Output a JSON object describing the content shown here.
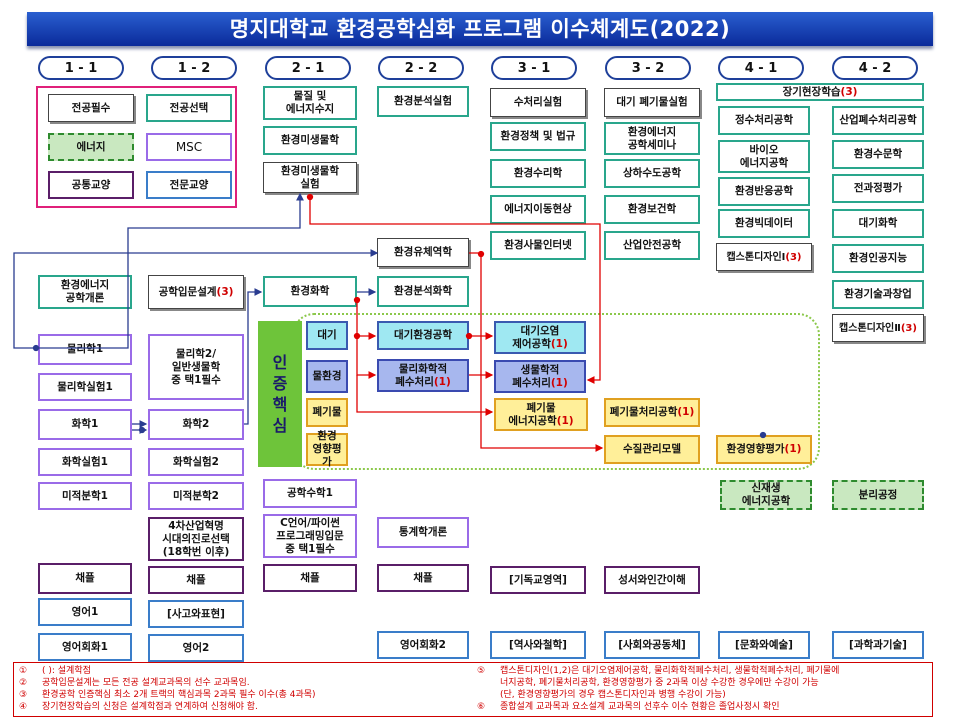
{
  "title": "명지대학교 환경공학심화 프로그램 이수체계도(2022)",
  "semesters": [
    "1 - 1",
    "1 - 2",
    "2 - 1",
    "2 - 2",
    "3 - 1",
    "3 - 2",
    "4 - 1",
    "4 - 2"
  ],
  "legend_categories": {
    "major_required": "전공필수",
    "major_elective": "전공선택",
    "energy": "에너지",
    "msc": "MSC",
    "common": "공통교양",
    "specialized": "전문교양"
  },
  "cert_core_label": [
    "인",
    "증",
    "핵",
    "심"
  ],
  "courses": {
    "c11_eng_energy": "환경에너지\n공학개론",
    "c11_phys1": "물리학1",
    "c11_physlab1": "물리학실험1",
    "c11_chem1": "화학1",
    "c11_chemlab1": "화학실험1",
    "c11_calc1": "미적분학1",
    "c11_chapel": "채플",
    "c11_eng1": "영어1",
    "c11_engconv1": "영어회화1",
    "c12_design": "공학입문설계",
    "c12_design_credit": "(3)",
    "c12_phys2": "물리학2/\n일반생물학\n중 택1필수",
    "c12_chem2": "화학2",
    "c12_chemlab2": "화학실험2",
    "c12_calc2": "미적분학2",
    "c12_4th": "4차산업혁명\n시대의진로선택\n(18학번 이후)",
    "c12_chapel": "채플",
    "c12_thought": "[사고와표현]",
    "c12_eng2": "영어2",
    "c21_material": "물질 및\n에너지수지",
    "c21_micro": "환경미생물학",
    "c21_microlab": "환경미생물학\n실험",
    "c21_envchem": "환경화학",
    "c21_engmath": "공학수학1",
    "c21_clang": "C언어/파이썬\n프로그래밍입문\n중 택1필수",
    "c21_chapel": "채플",
    "c22_analysis_lab": "환경분석실험",
    "c22_fluid": "환경유체역학",
    "c22_analysis_chem": "환경분석화학",
    "c22_air_eng": "대기환경공학",
    "c22_physchem": "물리화학적\n폐수처리",
    "c22_physchem_credit": "(1)",
    "c22_stat": "통계학개론",
    "c22_chapel": "채플",
    "c22_engconv2": "영어회화2",
    "c31_water_lab": "수처리실험",
    "c31_policy": "환경정책 및 법규",
    "c31_hydraulics": "환경수리학",
    "c31_energy_move": "에너지이동현상",
    "c31_iot": "환경사물인터넷",
    "c31_air_control": "대기오염\n제어공학",
    "c31_air_control_credit": "(1)",
    "c31_bio": "생물학적\n폐수처리",
    "c31_bio_credit": "(1)",
    "c31_waste_energy": "폐기물\n에너지공학",
    "c31_waste_energy_credit": "(1)",
    "c31_christian": "[기독교영역]",
    "c31_history": "[역사와철학]",
    "c32_air_waste_lab": "대기 폐기물실험",
    "c32_seminar": "환경에너지\n공학세미나",
    "c32_water_supply": "상하수도공학",
    "c32_health": "환경보건학",
    "c32_safety": "산업안전공학",
    "c32_waste_treat": "폐기물처리공학",
    "c32_waste_treat_credit": "(1)",
    "c32_water_model": "수질관리모델",
    "c32_bible": "성서와인간이해",
    "c32_society": "[사회와공동체]",
    "c41_field": "장기현장학습",
    "c41_field_credit": "(3)",
    "c41_purify": "정수처리공학",
    "c41_bio_energy": "바이오\n에너지공학",
    "c41_reaction": "환경반응공학",
    "c41_bigdata": "환경빅데이터",
    "c41_capstone1": "캡스톤디자인Ⅰ",
    "c41_capstone1_credit": "(3)",
    "c41_assess": "환경영향평가",
    "c41_assess_credit": "(1)",
    "c41_renew": "신재생\n에너지공학",
    "c41_culture": "[문화와예술]",
    "c42_industrial": "산업폐수처리공학",
    "c42_hydro": "환경수문학",
    "c42_life": "전과정평가",
    "c42_atmos": "대기화학",
    "c42_ai": "환경인공지능",
    "c42_startup": "환경기술과창업",
    "c42_capstone2": "캡스톤디자인Ⅱ",
    "c42_capstone2_credit": "(3)",
    "c42_separation": "분리공정",
    "c42_science": "[과학과기술]"
  },
  "cert_tracks": {
    "air": "대기",
    "water": "물환경",
    "waste": "폐기물",
    "assessment": "환경\n영향평가"
  },
  "notes": [
    {
      "num": "①",
      "text": "(    ): 설계학점"
    },
    {
      "num": "②",
      "text": "공학입문설계는 모든 전공 설계교과목의 선수 교과목임."
    },
    {
      "num": "③",
      "text": "환경공학 인증핵심 최소 2개 트랙의 핵심과목 2과목 필수 이수(총 4과목)"
    },
    {
      "num": "④",
      "text": "장기현장학습의 신청은 설계학점과 연계하여 신청해야 함."
    },
    {
      "num": "⑤",
      "text": "캡스톤디자인(1,2)은  대기오염제어공학, 물리화학적폐수처리, 생물학적폐수처리, 폐기물에"
    },
    {
      "num": "",
      "text": "너지공학, 폐기물처리공학, 환경영향평가 중 2과목 이상 수강한 경우에만 수강이 가능"
    },
    {
      "num": "",
      "text": "(단, 환경영향평가의 경우 캡스톤디자인과 병행 수강이 가능)"
    },
    {
      "num": "⑥",
      "text": "종합설계 교과목과 요소설계 교과목의 선후수 이수 현황은 졸업사정시 확인"
    }
  ],
  "colors": {
    "banner": "#1a44b8",
    "major_required": "#333333",
    "major_elective": "#29a68c",
    "energy": "#2e8b2e",
    "msc": "#9a6be8",
    "common": "#5a1e68",
    "specialized": "#3a7dc9",
    "arrow_red": "#e00000",
    "arrow_blue": "#2a3c90",
    "cert_green": "#6ec43a"
  }
}
